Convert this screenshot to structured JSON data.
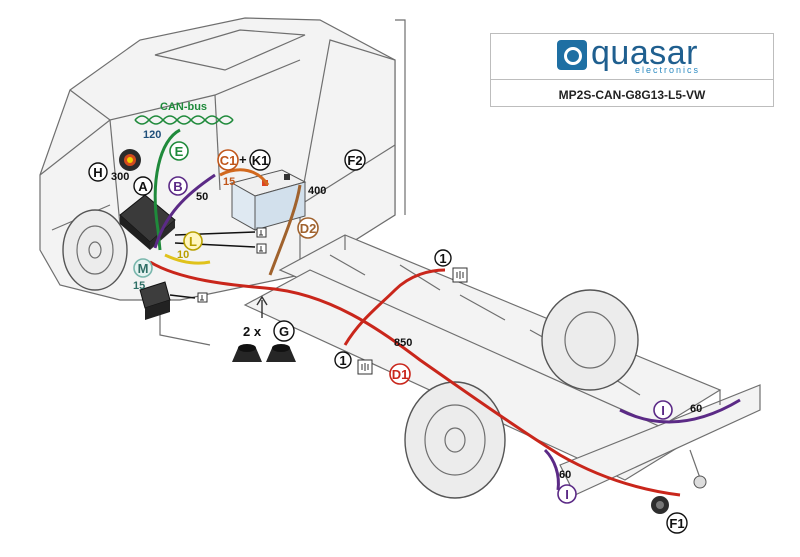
{
  "brand": {
    "name": "quasar",
    "subtitle": "electronics",
    "model": "MP2S-CAN-G8G13-L5-VW"
  },
  "colors": {
    "brand_blue": "#1f5f8f",
    "red_cable": "#c9261b",
    "purple_cable": "#5b2a86",
    "green_cable": "#1f8a3b",
    "brown_cable": "#a0622d",
    "orange_cable": "#d2691e",
    "yellow_cable": "#e0c21a",
    "teal_label": "#7ab7ad"
  },
  "labels": {
    "can_bus": "CAN-bus",
    "len_120": "120",
    "len_300": "300",
    "len_50": "50",
    "len_15_c1": "15",
    "len_400": "400",
    "len_10": "10",
    "len_15_m": "15",
    "len_850": "850",
    "len_60_rear": "60",
    "len_60_side": "60",
    "qty_g": "2 x",
    "plus": "+"
  },
  "markers": {
    "A": "A",
    "B": "B",
    "E": "E",
    "H": "H",
    "C1": "C1",
    "K1": "K1",
    "F2": "F2",
    "D2": "D2",
    "L": "L",
    "M": "M",
    "G": "G",
    "D1": "D1",
    "I": "I",
    "F1": "F1",
    "one": "1"
  },
  "icons": [
    "quasar-logo-icon",
    "can-bus-twisted-pair-icon",
    "battery-icon",
    "control-unit-icon",
    "relay-icon",
    "rubber-grommet-icon",
    "ground-symbol-icon",
    "fuse-icon"
  ]
}
